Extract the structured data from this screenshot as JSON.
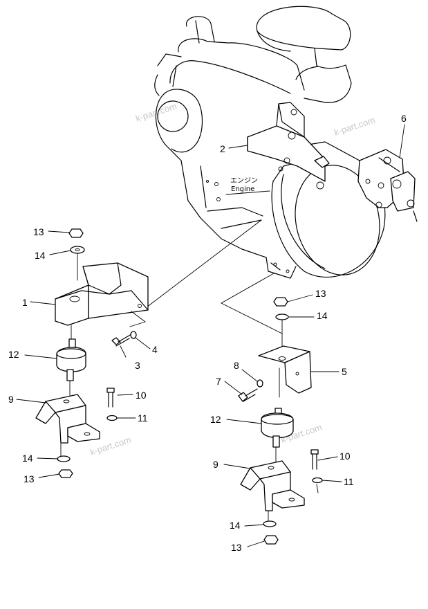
{
  "engine_label": {
    "jp": "エンジン",
    "en": "Engine"
  },
  "watermark": "k-part.com",
  "callouts": [
    "1",
    "2",
    "3",
    "4",
    "5",
    "6",
    "7",
    "8",
    "9",
    "10",
    "11",
    "12",
    "13",
    "14"
  ]
}
